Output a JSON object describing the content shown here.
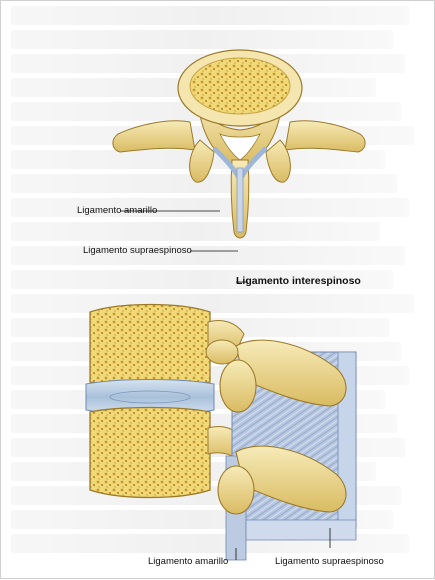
{
  "labels": {
    "amarillo_top": "Ligamento amarillo",
    "supraespinoso_top": "Ligamento supraespinoso",
    "interespinoso": "Ligamento interespinoso",
    "amarillo_bottom": "Ligamento amarillo",
    "supraespinoso_bottom": "Ligamento supraespinoso"
  },
  "colors": {
    "bone": "#f3e2a2",
    "bone_dark": "#c9a64e",
    "cancellous": "#e9c95a",
    "ligament_blue": "#b9c9e3",
    "disc": "#c6d8ea"
  }
}
